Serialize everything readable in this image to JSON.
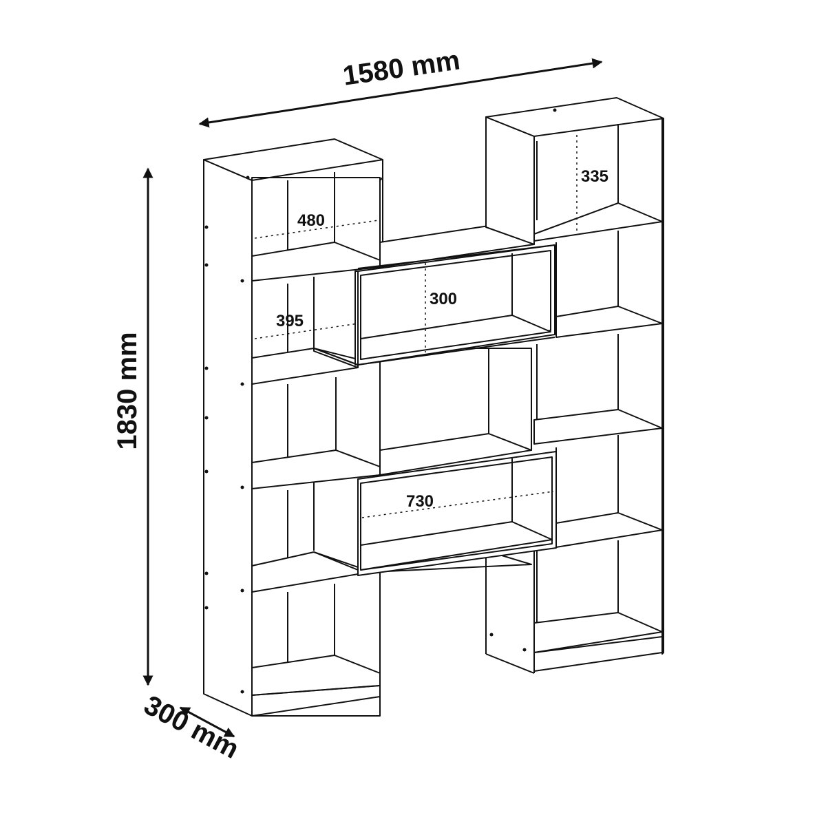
{
  "dimensions": {
    "width": "1580 mm",
    "height": "1830 mm",
    "depth": "300 mm"
  },
  "inner_labels": {
    "top_left_width": "480",
    "top_right_height": "335",
    "center_top_height": "300",
    "left_second_width": "395",
    "center_lower_width": "730"
  }
}
